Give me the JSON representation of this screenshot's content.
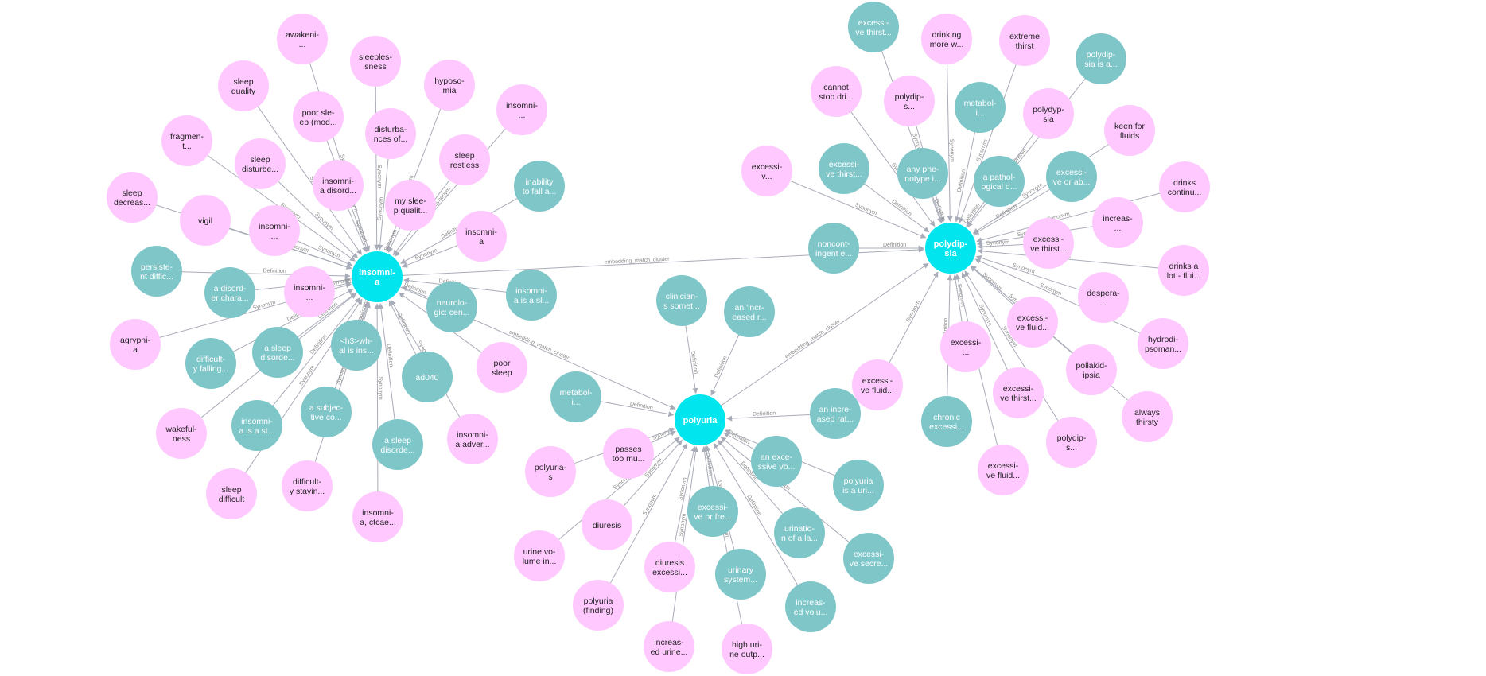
{
  "colors": {
    "hub": "#00e5ee",
    "concept": "#7fc6c9",
    "term": "#ffc9ff",
    "edge": "#a8acb8",
    "edge_label": "#8a8a8a"
  },
  "nodes": [
    {
      "id": "n_insomnia",
      "kind": "hub",
      "lines": [
        "insomni-",
        "a"
      ]
    },
    {
      "id": "n_polydipsia",
      "kind": "hub",
      "lines": [
        "polydip-",
        "sia"
      ]
    },
    {
      "id": "n_polyuria",
      "kind": "hub",
      "lines": [
        "polyuria"
      ]
    },
    {
      "id": "i1",
      "kind": "term",
      "lines": [
        "awakeni-",
        "..."
      ]
    },
    {
      "id": "i2",
      "kind": "term",
      "lines": [
        "sleeples-",
        "sness"
      ]
    },
    {
      "id": "i3",
      "kind": "term",
      "lines": [
        "hyposo-",
        "mia"
      ]
    },
    {
      "id": "i4",
      "kind": "term",
      "lines": [
        "insomni-",
        "..."
      ]
    },
    {
      "id": "i5",
      "kind": "term",
      "lines": [
        "sleep",
        "quality"
      ]
    },
    {
      "id": "i6",
      "kind": "term",
      "lines": [
        "poor sle-",
        "ep (mod..."
      ]
    },
    {
      "id": "i7",
      "kind": "term",
      "lines": [
        "disturba-",
        "nces of..."
      ]
    },
    {
      "id": "i8",
      "kind": "term",
      "lines": [
        "sleep",
        "restless"
      ]
    },
    {
      "id": "i9",
      "kind": "term",
      "lines": [
        "fragmen-",
        "t..."
      ]
    },
    {
      "id": "i10",
      "kind": "term",
      "lines": [
        "sleep",
        "disturbe..."
      ]
    },
    {
      "id": "i11",
      "kind": "term",
      "lines": [
        "insomni-",
        "a disord..."
      ]
    },
    {
      "id": "i12",
      "kind": "term",
      "lines": [
        "my slee-",
        "p qualit..."
      ]
    },
    {
      "id": "i13",
      "kind": "concept",
      "lines": [
        "inability",
        "to fall a..."
      ]
    },
    {
      "id": "i14",
      "kind": "term",
      "lines": [
        "sleep",
        "decreas..."
      ]
    },
    {
      "id": "i15",
      "kind": "term",
      "lines": [
        "vigil"
      ]
    },
    {
      "id": "i16",
      "kind": "term",
      "lines": [
        "insomni-",
        "..."
      ]
    },
    {
      "id": "i17",
      "kind": "term",
      "lines": [
        "insomni-",
        "a"
      ]
    },
    {
      "id": "i18",
      "kind": "concept",
      "lines": [
        "persiste-",
        "nt diffic..."
      ]
    },
    {
      "id": "i19",
      "kind": "concept",
      "lines": [
        "a disord-",
        "er chara..."
      ]
    },
    {
      "id": "i20",
      "kind": "term",
      "lines": [
        "insomni-",
        "..."
      ]
    },
    {
      "id": "i21",
      "kind": "concept",
      "lines": [
        "neurolo-",
        "gic: cen..."
      ]
    },
    {
      "id": "i22",
      "kind": "concept",
      "lines": [
        "insomni-",
        "a is a sl..."
      ]
    },
    {
      "id": "i23",
      "kind": "term",
      "lines": [
        "agrypni-",
        "a"
      ]
    },
    {
      "id": "i24",
      "kind": "concept",
      "lines": [
        "difficult-",
        "y falling..."
      ]
    },
    {
      "id": "i25",
      "kind": "concept",
      "lines": [
        "a sleep",
        "disorde..."
      ]
    },
    {
      "id": "i26",
      "kind": "concept",
      "lines": [
        "<h3>wh-",
        "al is ins..."
      ]
    },
    {
      "id": "i27",
      "kind": "concept",
      "lines": [
        "ad040"
      ]
    },
    {
      "id": "i28",
      "kind": "term",
      "lines": [
        "poor",
        "sleep"
      ]
    },
    {
      "id": "i29",
      "kind": "term",
      "lines": [
        "wakeful-",
        "ness"
      ]
    },
    {
      "id": "i30",
      "kind": "concept",
      "lines": [
        "insomni-",
        "a is a st..."
      ]
    },
    {
      "id": "i31",
      "kind": "concept",
      "lines": [
        "a subjec-",
        "tive co..."
      ]
    },
    {
      "id": "i32",
      "kind": "concept",
      "lines": [
        "a sleep",
        "disorde..."
      ]
    },
    {
      "id": "i33",
      "kind": "term",
      "lines": [
        "insomni-",
        "a adver..."
      ]
    },
    {
      "id": "i34",
      "kind": "term",
      "lines": [
        "sleep",
        "difficult"
      ]
    },
    {
      "id": "i35",
      "kind": "term",
      "lines": [
        "difficult-",
        "y stayin..."
      ]
    },
    {
      "id": "i36",
      "kind": "term",
      "lines": [
        "insomni-",
        "a, ctcae..."
      ]
    },
    {
      "id": "p1",
      "kind": "concept",
      "lines": [
        "excessi-",
        "ve thirst..."
      ]
    },
    {
      "id": "p2",
      "kind": "term",
      "lines": [
        "drinking",
        "more w..."
      ]
    },
    {
      "id": "p3",
      "kind": "term",
      "lines": [
        "extreme",
        "thirst"
      ]
    },
    {
      "id": "p4",
      "kind": "concept",
      "lines": [
        "polydip-",
        "sia is a..."
      ]
    },
    {
      "id": "p5",
      "kind": "term",
      "lines": [
        "cannot",
        "stop dri..."
      ]
    },
    {
      "id": "p6",
      "kind": "term",
      "lines": [
        "polydip-",
        "s..."
      ]
    },
    {
      "id": "p7",
      "kind": "concept",
      "lines": [
        "metabol-",
        "i..."
      ]
    },
    {
      "id": "p8",
      "kind": "term",
      "lines": [
        "polydyp-",
        "sia"
      ]
    },
    {
      "id": "p9",
      "kind": "term",
      "lines": [
        "keen for",
        "fluids"
      ]
    },
    {
      "id": "p10",
      "kind": "term",
      "lines": [
        "excessi-",
        "v..."
      ]
    },
    {
      "id": "p11",
      "kind": "concept",
      "lines": [
        "excessi-",
        "ve thirst..."
      ]
    },
    {
      "id": "p12",
      "kind": "concept",
      "lines": [
        "any phe-",
        "notype i..."
      ]
    },
    {
      "id": "p13",
      "kind": "concept",
      "lines": [
        "a pathol-",
        "ogical d..."
      ]
    },
    {
      "id": "p14",
      "kind": "concept",
      "lines": [
        "excessi-",
        "ve or ab..."
      ]
    },
    {
      "id": "p15",
      "kind": "term",
      "lines": [
        "drinks",
        "continu..."
      ]
    },
    {
      "id": "p16",
      "kind": "term",
      "lines": [
        "increas-",
        "..."
      ]
    },
    {
      "id": "p17",
      "kind": "concept",
      "lines": [
        "noncont-",
        "ingent e..."
      ]
    },
    {
      "id": "p18",
      "kind": "term",
      "lines": [
        "excessi-",
        "ve thirst..."
      ]
    },
    {
      "id": "p19",
      "kind": "term",
      "lines": [
        "drinks a",
        "lot - flui..."
      ]
    },
    {
      "id": "p20",
      "kind": "term",
      "lines": [
        "despera-",
        "..."
      ]
    },
    {
      "id": "p21",
      "kind": "term",
      "lines": [
        "excessi-",
        "ve fluid..."
      ]
    },
    {
      "id": "p22",
      "kind": "term",
      "lines": [
        "hydrodi-",
        "psoman..."
      ]
    },
    {
      "id": "p23",
      "kind": "term",
      "lines": [
        "excessi-",
        "..."
      ]
    },
    {
      "id": "p24",
      "kind": "term",
      "lines": [
        "pollakid-",
        "ipsia"
      ]
    },
    {
      "id": "p25",
      "kind": "term",
      "lines": [
        "excessi-",
        "ve fluid..."
      ]
    },
    {
      "id": "p26",
      "kind": "concept",
      "lines": [
        "chronic",
        "excessi..."
      ]
    },
    {
      "id": "p27",
      "kind": "term",
      "lines": [
        "excessi-",
        "ve thirst..."
      ]
    },
    {
      "id": "p28",
      "kind": "term",
      "lines": [
        "always",
        "thirsty"
      ]
    },
    {
      "id": "p29",
      "kind": "term",
      "lines": [
        "polydip-",
        "s..."
      ]
    },
    {
      "id": "p30",
      "kind": "term",
      "lines": [
        "excessi-",
        "ve fluid..."
      ]
    },
    {
      "id": "u1",
      "kind": "concept",
      "lines": [
        "clinician-",
        "s somet..."
      ]
    },
    {
      "id": "u2",
      "kind": "concept",
      "lines": [
        "an 'incr-",
        "eased r..."
      ]
    },
    {
      "id": "u3",
      "kind": "concept",
      "lines": [
        "metabol-",
        "i..."
      ]
    },
    {
      "id": "u4",
      "kind": "concept",
      "lines": [
        "an incre-",
        "ased rat..."
      ]
    },
    {
      "id": "u5",
      "kind": "term",
      "lines": [
        "passes",
        "too mu..."
      ]
    },
    {
      "id": "u6",
      "kind": "concept",
      "lines": [
        "an exce-",
        "ssive vo..."
      ]
    },
    {
      "id": "u7",
      "kind": "term",
      "lines": [
        "polyuria-",
        "s"
      ]
    },
    {
      "id": "u8",
      "kind": "concept",
      "lines": [
        "polyuria",
        "is a uri..."
      ]
    },
    {
      "id": "u9",
      "kind": "concept",
      "lines": [
        "excessi-",
        "ve or fre..."
      ]
    },
    {
      "id": "u10",
      "kind": "term",
      "lines": [
        "diuresis"
      ]
    },
    {
      "id": "u11",
      "kind": "concept",
      "lines": [
        "urinatio-",
        "n of a la..."
      ]
    },
    {
      "id": "u12",
      "kind": "term",
      "lines": [
        "urine vo-",
        "lume in..."
      ]
    },
    {
      "id": "u13",
      "kind": "concept",
      "lines": [
        "excessi-",
        "ve secre..."
      ]
    },
    {
      "id": "u14",
      "kind": "term",
      "lines": [
        "diuresis",
        "excessi..."
      ]
    },
    {
      "id": "u15",
      "kind": "concept",
      "lines": [
        "urinary",
        "system..."
      ]
    },
    {
      "id": "u16",
      "kind": "term",
      "lines": [
        "polyuria",
        "(finding)"
      ]
    },
    {
      "id": "u17",
      "kind": "concept",
      "lines": [
        "increas-",
        "ed volu..."
      ]
    },
    {
      "id": "u18",
      "kind": "term",
      "lines": [
        "increas-",
        "ed urine..."
      ]
    },
    {
      "id": "u19",
      "kind": "term",
      "lines": [
        "high uri-",
        "ne outp..."
      ]
    }
  ],
  "edges": [
    {
      "from": "n_insomnia",
      "to": "n_polydipsia",
      "label": "embedding_match_cluster"
    },
    {
      "from": "n_insomnia",
      "to": "n_polyuria",
      "label": "embedding_match_cluster"
    },
    {
      "from": "n_polyuria",
      "to": "n_polydipsia",
      "label": "embedding_match_cluster"
    },
    {
      "from": "i1",
      "to": "n_insomnia",
      "label": "Synonym"
    },
    {
      "from": "i2",
      "to": "n_insomnia",
      "label": "Synonym"
    },
    {
      "from": "i3",
      "to": "n_insomnia",
      "label": "Synonym"
    },
    {
      "from": "i4",
      "to": "n_insomnia",
      "label": "Synonym"
    },
    {
      "from": "i5",
      "to": "n_insomnia",
      "label": "Synonym"
    },
    {
      "from": "i6",
      "to": "n_insomnia",
      "label": "Synonym"
    },
    {
      "from": "i7",
      "to": "n_insomnia",
      "label": "Synonym"
    },
    {
      "from": "i8",
      "to": "n_insomnia",
      "label": "Synonym"
    },
    {
      "from": "i9",
      "to": "n_insomnia",
      "label": "Synonym"
    },
    {
      "from": "i10",
      "to": "n_insomnia",
      "label": "Synonym"
    },
    {
      "from": "i11",
      "to": "n_insomnia",
      "label": "Synonym"
    },
    {
      "from": "i12",
      "to": "n_insomnia",
      "label": "Synonym"
    },
    {
      "from": "i13",
      "to": "n_insomnia",
      "label": "Definition"
    },
    {
      "from": "i14",
      "to": "n_insomnia",
      "label": "Synonym"
    },
    {
      "from": "i15",
      "to": "n_insomnia",
      "label": "Synonym"
    },
    {
      "from": "i16",
      "to": "n_insomnia",
      "label": "Synonym"
    },
    {
      "from": "i17",
      "to": "n_insomnia",
      "label": "Synonym"
    },
    {
      "from": "i18",
      "to": "n_insomnia",
      "label": "Definition"
    },
    {
      "from": "i19",
      "to": "n_insomnia",
      "label": "Definition"
    },
    {
      "from": "i20",
      "to": "n_insomnia",
      "label": "Synonym"
    },
    {
      "from": "i21",
      "to": "n_insomnia",
      "label": "Definition"
    },
    {
      "from": "i22",
      "to": "n_insomnia",
      "label": "Definition"
    },
    {
      "from": "i23",
      "to": "n_insomnia",
      "label": "Synonym"
    },
    {
      "from": "i24",
      "to": "n_insomnia",
      "label": "Definition"
    },
    {
      "from": "i25",
      "to": "n_insomnia",
      "label": "Definition"
    },
    {
      "from": "i26",
      "to": "n_insomnia",
      "label": "Definition"
    },
    {
      "from": "i27",
      "to": "n_insomnia",
      "label": "Definition"
    },
    {
      "from": "i28",
      "to": "n_insomnia",
      "label": "Synonym"
    },
    {
      "from": "i29",
      "to": "n_insomnia",
      "label": "Synonym"
    },
    {
      "from": "i30",
      "to": "n_insomnia",
      "label": "Definition"
    },
    {
      "from": "i31",
      "to": "n_insomnia",
      "label": "Definition"
    },
    {
      "from": "i32",
      "to": "n_insomnia",
      "label": "Definition"
    },
    {
      "from": "i33",
      "to": "n_insomnia",
      "label": "Synonym"
    },
    {
      "from": "i34",
      "to": "n_insomnia",
      "label": "Synonym"
    },
    {
      "from": "i35",
      "to": "n_insomnia",
      "label": "Synonym"
    },
    {
      "from": "i36",
      "to": "n_insomnia",
      "label": "Synonym"
    },
    {
      "from": "p1",
      "to": "n_polydipsia",
      "label": "Synonym"
    },
    {
      "from": "p2",
      "to": "n_polydipsia",
      "label": "Synonym"
    },
    {
      "from": "p3",
      "to": "n_polydipsia",
      "label": "Synonym"
    },
    {
      "from": "p4",
      "to": "n_polydipsia",
      "label": "Definition"
    },
    {
      "from": "p5",
      "to": "n_polydipsia",
      "label": "Synonym"
    },
    {
      "from": "p6",
      "to": "n_polydipsia",
      "label": "Synonym"
    },
    {
      "from": "p7",
      "to": "n_polydipsia",
      "label": "Definition"
    },
    {
      "from": "p8",
      "to": "n_polydipsia",
      "label": "Synonym"
    },
    {
      "from": "p9",
      "to": "n_polydipsia",
      "label": "Synonym"
    },
    {
      "from": "p10",
      "to": "n_polydipsia",
      "label": "Synonym"
    },
    {
      "from": "p11",
      "to": "n_polydipsia",
      "label": "Definition"
    },
    {
      "from": "p12",
      "to": "n_polydipsia",
      "label": "Definition"
    },
    {
      "from": "p13",
      "to": "n_polydipsia",
      "label": "Definition"
    },
    {
      "from": "p14",
      "to": "n_polydipsia",
      "label": "Definition"
    },
    {
      "from": "p15",
      "to": "n_polydipsia",
      "label": "Synonym"
    },
    {
      "from": "p16",
      "to": "n_polydipsia",
      "label": "Synonym"
    },
    {
      "from": "p17",
      "to": "n_polydipsia",
      "label": "Definition"
    },
    {
      "from": "p18",
      "to": "n_polydipsia",
      "label": "Synonym"
    },
    {
      "from": "p19",
      "to": "n_polydipsia",
      "label": "Synonym"
    },
    {
      "from": "p20",
      "to": "n_polydipsia",
      "label": "Synonym"
    },
    {
      "from": "p21",
      "to": "n_polydipsia",
      "label": "Synonym"
    },
    {
      "from": "p22",
      "to": "n_polydipsia",
      "label": "Synonym"
    },
    {
      "from": "p23",
      "to": "n_polydipsia",
      "label": "Synonym"
    },
    {
      "from": "p24",
      "to": "n_polydipsia",
      "label": "Synonym"
    },
    {
      "from": "p25",
      "to": "n_polydipsia",
      "label": "Synonym"
    },
    {
      "from": "p26",
      "to": "n_polydipsia",
      "label": "Definition"
    },
    {
      "from": "p27",
      "to": "n_polydipsia",
      "label": "Synonym"
    },
    {
      "from": "p28",
      "to": "n_polydipsia",
      "label": "Synonym"
    },
    {
      "from": "p29",
      "to": "n_polydipsia",
      "label": "Synonym"
    },
    {
      "from": "p30",
      "to": "n_polydipsia",
      "label": "Synonym"
    },
    {
      "from": "u1",
      "to": "n_polyuria",
      "label": "Definition"
    },
    {
      "from": "u2",
      "to": "n_polyuria",
      "label": "Definition"
    },
    {
      "from": "u3",
      "to": "n_polyuria",
      "label": "Definition"
    },
    {
      "from": "u4",
      "to": "n_polyuria",
      "label": "Definition"
    },
    {
      "from": "u5",
      "to": "n_polyuria",
      "label": "Synonym"
    },
    {
      "from": "u6",
      "to": "n_polyuria",
      "label": "Definition"
    },
    {
      "from": "u7",
      "to": "n_polyuria",
      "label": "Synonym"
    },
    {
      "from": "u8",
      "to": "n_polyuria",
      "label": "Definition"
    },
    {
      "from": "u9",
      "to": "n_polyuria",
      "label": "Definition"
    },
    {
      "from": "u10",
      "to": "n_polyuria",
      "label": "Synonym"
    },
    {
      "from": "u11",
      "to": "n_polyuria",
      "label": "Definition"
    },
    {
      "from": "u12",
      "to": "n_polyuria",
      "label": "Synonym"
    },
    {
      "from": "u13",
      "to": "n_polyuria",
      "label": "Definition"
    },
    {
      "from": "u14",
      "to": "n_polyuria",
      "label": "Synonym"
    },
    {
      "from": "u15",
      "to": "n_polyuria",
      "label": "Definition"
    },
    {
      "from": "u16",
      "to": "n_polyuria",
      "label": "Synonym"
    },
    {
      "from": "u17",
      "to": "n_polyuria",
      "label": "Definition"
    },
    {
      "from": "u18",
      "to": "n_polyuria",
      "label": "Synonym"
    },
    {
      "from": "u19",
      "to": "n_polyuria",
      "label": "Synonym"
    }
  ]
}
